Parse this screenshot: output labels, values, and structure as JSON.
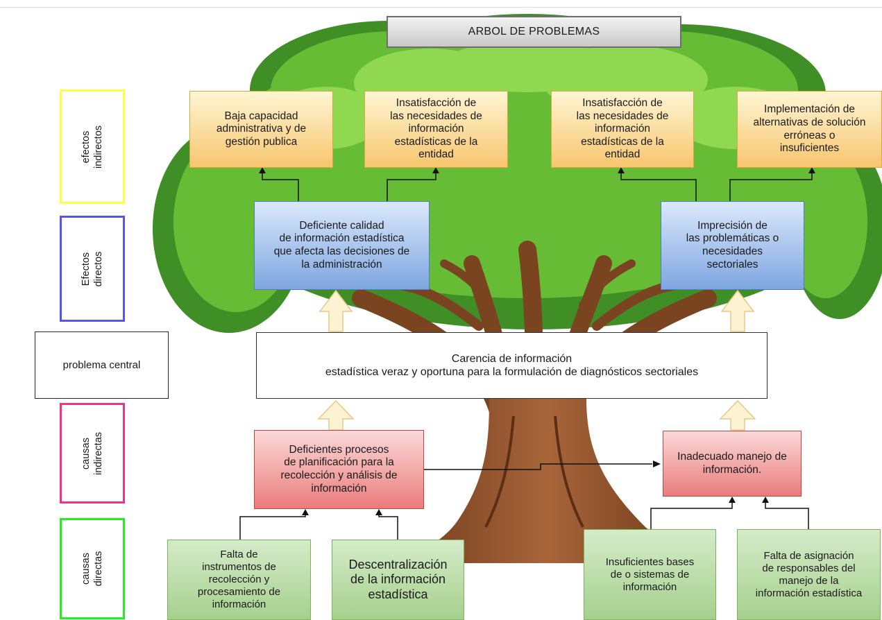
{
  "title": "ARBOL DE PROBLEMAS",
  "legend": {
    "indirect_effects": "efectos indirectos",
    "direct_effects": "Efectos directos",
    "central_problem": "problema central",
    "indirect_causes": "causas\nindirectas",
    "direct_causes": "causas directas"
  },
  "indirect_effects": [
    "Baja capacidad\nadministrativa y de\ngestión publica",
    "Insatisfacción de\nlas necesidades de\ninformación\nestadísticas de la\nentidad",
    "Insatisfacción de\nlas necesidades de\ninformación\nestadísticas de la\nentidad",
    "Implementación de\nalternativas de solución\nerróneas o\ninsuficientes"
  ],
  "direct_effects": [
    "Deficiente calidad\nde información estadística\nque afecta las decisiones de\nla administración",
    "Imprecisión de\nlas problemáticas o\nnecesidades\nsectoriales"
  ],
  "central_problem": "Carencia de información\nestadística veraz y oportuna para la formulación de diagnósticos sectoriales",
  "indirect_causes": [
    "Deficientes procesos\nde planificación para la\nrecolección y análisis de\ninformación",
    "Inadecuado manejo de\ninformación."
  ],
  "direct_causes": [
    "Falta de\ninstrumentos de\nrecolección y\nprocesamiento de\ninformación",
    "Descentralización\nde la información\nestadística",
    "Insuficientes bases\nde o sistemas de\ninformación",
    "Falta de asignación\nde responsables del\nmanejo de la\ninformación estadística"
  ],
  "colors": {
    "legend_yellow": "#ffff44",
    "legend_blue": "#5555ee",
    "legend_pink": "#ee3388",
    "legend_green": "#22ee22",
    "foliage": "#6cc43a",
    "trunk": "#9b5a2e"
  }
}
